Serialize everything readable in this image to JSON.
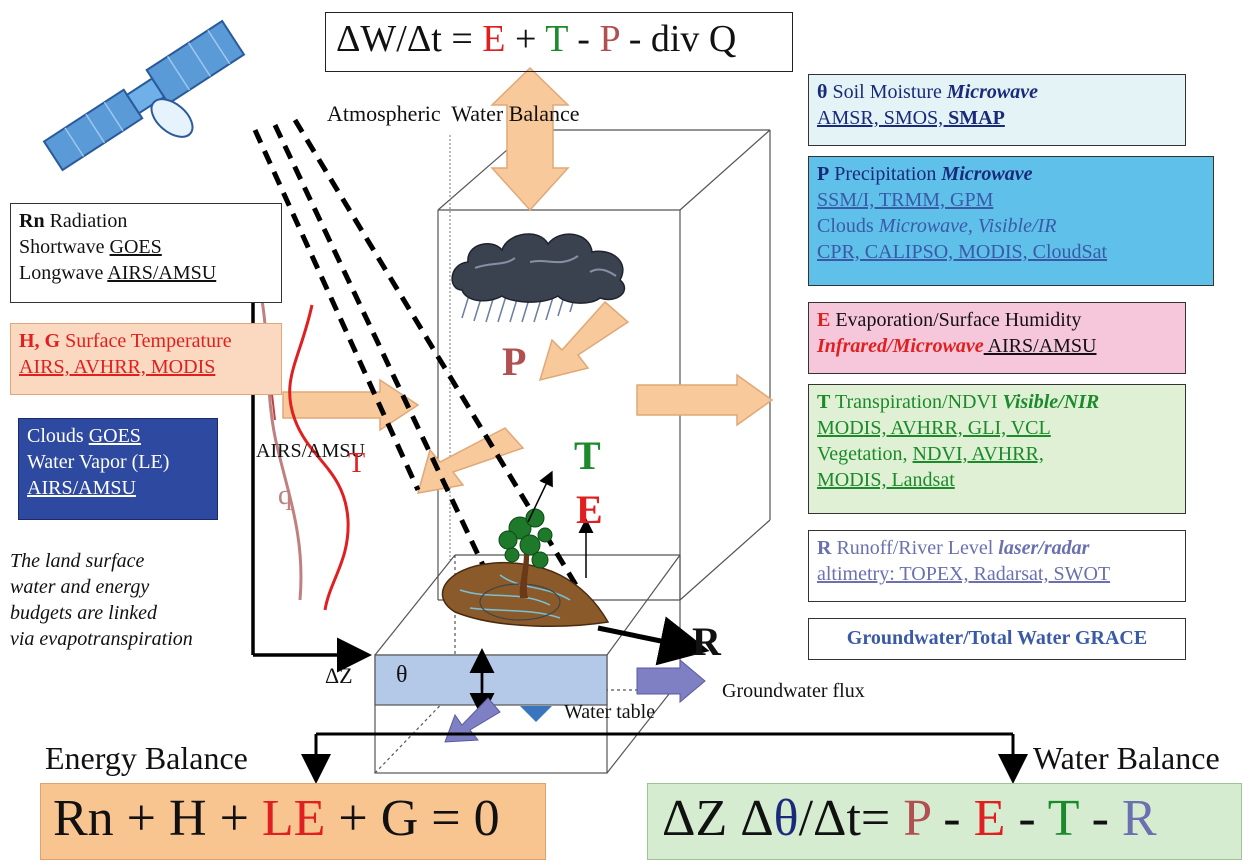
{
  "top_equation": {
    "lhs": "ΔW/Δt = ",
    "E": "E",
    "plus1": " + ",
    "T": "T",
    "minus1": " - ",
    "P": "P",
    "rest": " - div Q"
  },
  "atmospheric_label": "Atmospheric  Water Balance",
  "soil_moisture": {
    "symbol": "θ",
    "title": " Soil Moisture ",
    "method": "Microwave",
    "sensors": "AMSR, SMOS, ",
    "sensor_bold": "SMAP"
  },
  "precipitation": {
    "symbol": "P",
    "title": " Precipitation ",
    "method": "Microwave",
    "sensors": "SSM/I, TRMM, GPM",
    "clouds": "Clouds ",
    "clouds_method": "Microwave, Visible/IR",
    "cloud_sensors": "CPR, CALIPSO, MODIS, CloudSat"
  },
  "evaporation": {
    "symbol": "E",
    "title": " Evaporation/Surface Humidity",
    "method": "Infrared/Microwave",
    "sensors": " AIRS/AMSU"
  },
  "transpiration": {
    "symbol": "T",
    "title": " Transpiration/NDVI ",
    "method": "Visible/NIR",
    "sensors": "MODIS, AVHRR, GLI, VCL",
    "veg": "Vegetation, ",
    "veg_sensors": "NDVI, AVHRR,",
    "veg_sensors2": "MODIS, Landsat"
  },
  "runoff": {
    "symbol": "R",
    "title": " Runoff/River Level ",
    "method": "laser/radar",
    "sensors": "altimetry:  TOPEX, Radarsat, SWOT"
  },
  "groundwater_box": "Groundwater/Total Water GRACE",
  "radiation": {
    "symbol": "Rn",
    "title": " Radiation",
    "sw": "Shortwave ",
    "sw_sensor": "GOES",
    "lw": "Longwave ",
    "lw_sensor": "AIRS/AMSU"
  },
  "surface_temp": {
    "symbol": "H, G",
    "title": " Surface Temperature",
    "sensors": "AIRS, AVHRR, MODIS"
  },
  "clouds_box": {
    "l1": "Clouds ",
    "l1s": "GOES",
    "l2": "Water Vapor (LE)",
    "l3": "AIRS/AMSU"
  },
  "note": [
    "The land surface",
    "water and energy",
    "budgets are linked",
    "via evapotranspiration"
  ],
  "labels": {
    "airs": "AIRS/AMSU",
    "T_profile": "T",
    "q_profile": "q",
    "dz": "ΔZ",
    "theta": "θ",
    "P": "P",
    "T": "T",
    "E": "E",
    "R": "R",
    "gw_flux": "Groundwater flux",
    "water_table": "Water table"
  },
  "energy_title": "Energy Balance",
  "water_title": "Water Balance",
  "energy_eq": {
    "a": "Rn + H + ",
    "LE": "LE",
    "b": " + G = 0"
  },
  "water_eq": {
    "dz": "ΔZ Δ",
    "theta": "θ",
    "rest": "/Δt= ",
    "P": "P",
    "m1": " - ",
    "E": "E",
    "m2": " - ",
    "T": "T",
    "m3": " - ",
    "R": "R"
  },
  "colors": {
    "red": "#e02020",
    "green": "#1a8a2a",
    "brown": "#b05050",
    "navy": "#1a2a7a",
    "arrow": "#f8c99a",
    "arrow_edge": "#e0a878",
    "purple": "#7f7fc4",
    "slate": "#6a70b0"
  }
}
